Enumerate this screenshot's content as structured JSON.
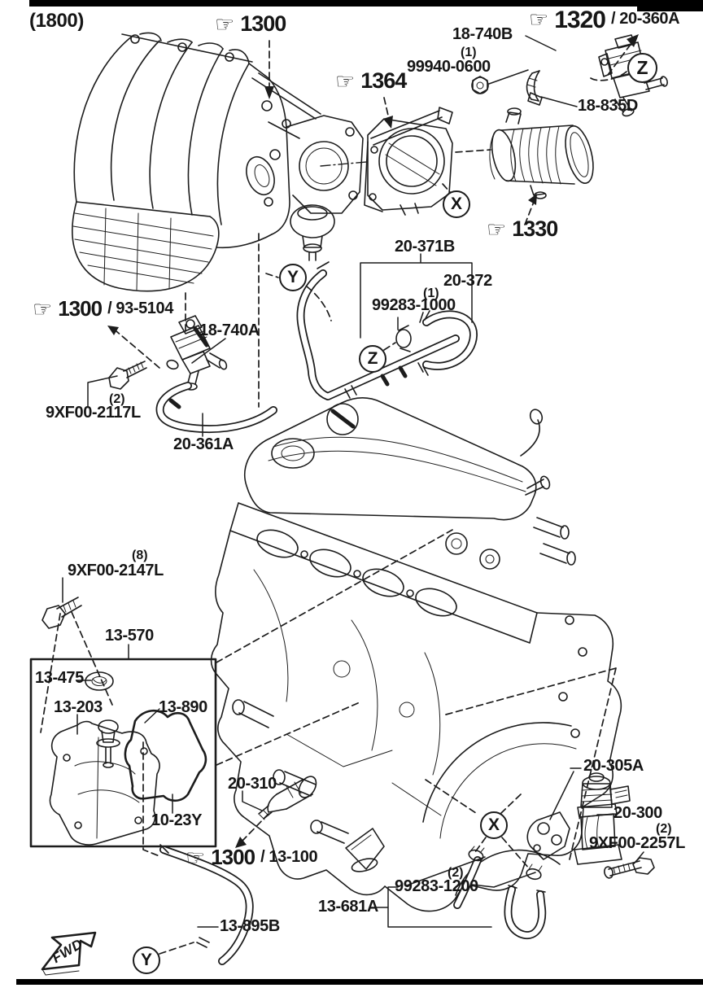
{
  "title_code": "(1800)",
  "fwd_label": "FWD",
  "icons": {
    "hand": "☞"
  },
  "markers": {
    "x": "X",
    "y": "Y",
    "z": "Z"
  },
  "callouts": {
    "top_1300": {
      "ref": "1300"
    },
    "c1320": {
      "ref": "1320",
      "suffix": "/ 20-360A"
    },
    "c1364": {
      "ref": "1364"
    },
    "c1330": {
      "ref": "1330"
    },
    "c1300_93_5104": {
      "ref": "1300",
      "suffix": "/ 93-5104"
    },
    "c1300_13_100": {
      "ref": "1300",
      "suffix": "/ 13-100"
    }
  },
  "parts": {
    "18_740B": "18-740B",
    "99940_0600": "99940-0600",
    "18_835D": "18-835D",
    "20_371B": "20-371B",
    "20_372": "20-372",
    "99283_1000": "99283-1000",
    "18_740A": "18-740A",
    "9XF00_2117L": "9XF00-2117L",
    "20_361A": "20-361A",
    "9XF00_2147L": "9XF00-2147L",
    "13_570": "13-570",
    "13_475": "13-475",
    "13_203": "13-203",
    "13_890": "13-890",
    "10_23Y": "10-23Y",
    "20_310": "20-310",
    "13_895B": "13-895B",
    "13_681A": "13-681A",
    "99283_1200": "99283-1200",
    "20_305A": "20-305A",
    "20_300": "20-300",
    "9XF00_2257L": "9XF00-2257L"
  },
  "quantities": {
    "nut_99940": "(1)",
    "joint_99283_1000": "(1)",
    "bolt_2117": "(2)",
    "bolt_2147": "(8)",
    "clamp_99283_1200": "(2)",
    "bolt_2257": "(2)"
  }
}
